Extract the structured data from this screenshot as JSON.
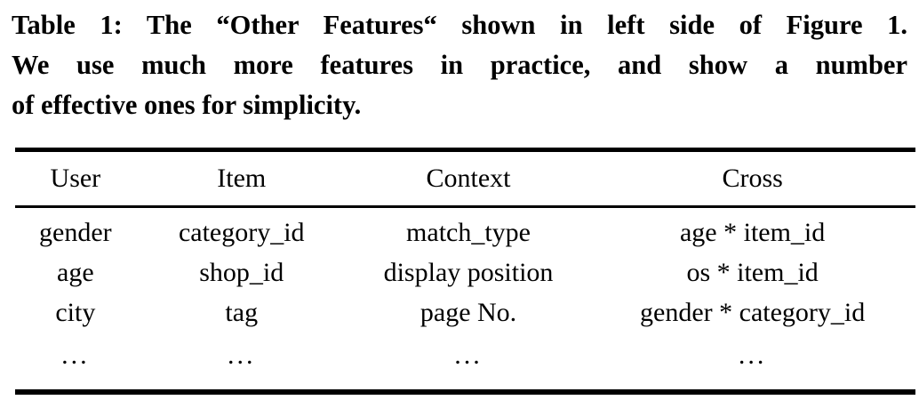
{
  "caption": {
    "label": "Table 1:",
    "lines": [
      "Table 1: The “Other Features“ shown in left side of Figure 1.",
      "We use much more features in practice, and show a number",
      "of effective ones for simplicity."
    ]
  },
  "table": {
    "columns": [
      "User",
      "Item",
      "Context",
      "Cross"
    ],
    "rows": [
      [
        "gender",
        "category_id",
        "match_type",
        "age * item_id"
      ],
      [
        "age",
        "shop_id",
        "display position",
        "os * item_id"
      ],
      [
        "city",
        "tag",
        "page No.",
        "gender * category_id"
      ],
      [
        "...",
        "...",
        "...",
        "..."
      ]
    ]
  },
  "colors": {
    "text": "#000000",
    "background": "#ffffff",
    "rule": "#000000"
  }
}
